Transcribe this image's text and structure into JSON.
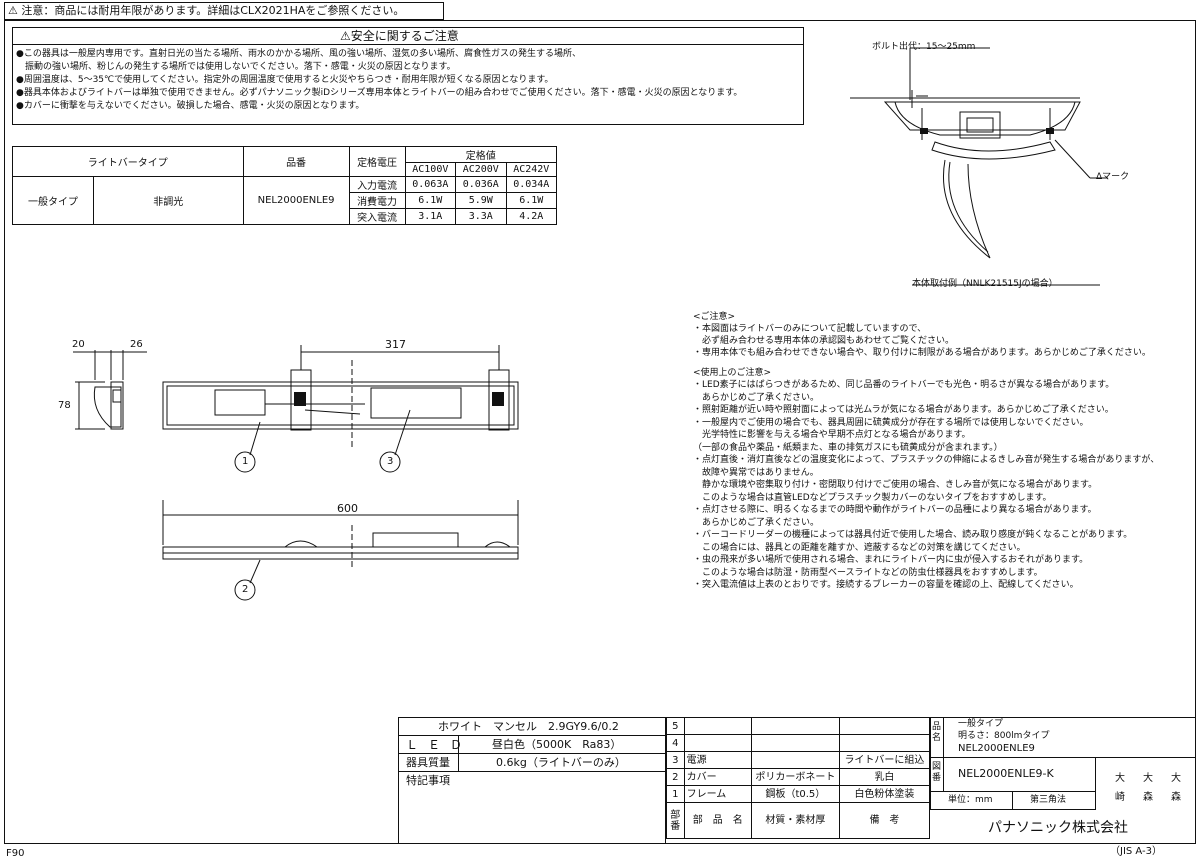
{
  "header_notice": "⚠ 注意：商品には耐用年限があります。詳細はCLX2021HAをご参照ください。",
  "safety": {
    "title": "⚠安全に関するご注意",
    "lines": [
      "●この器具は一般屋内専用です。直射日光の当たる場所、雨水のかかる場所、風の強い場所、湿気の多い場所、腐食性ガスの発生する場所、",
      "　振動の強い場所、粉じんの発生する場所では使用しないでください。落下・感電・火災の原因となります。",
      "●周囲温度は、5～35℃で使用してください。指定外の周囲温度で使用すると火災やちらつき・耐用年限が短くなる原因となります。",
      "●器具本体およびライトバーは単独で使用できません。必ずパナソニック製iDシリーズ専用本体とライトバーの組み合わせでご使用ください。落下・感電・火災の原因となります。",
      "●カバーに衝撃を与えないでください。破損した場合、感電・火災の原因となります。"
    ]
  },
  "spec_table": {
    "h_type": "ライトバータイプ",
    "h_part": "品番",
    "h_voltage": "定格電圧",
    "h_rated": "定格値",
    "voltages": [
      "AC100V",
      "AC200V",
      "AC242V"
    ],
    "type": "一般タイプ",
    "dimming": "非調光",
    "part": "NEL2000ENLE9",
    "rows": [
      {
        "label": "入力電流",
        "values": [
          "0.063A",
          "0.036A",
          "0.034A"
        ]
      },
      {
        "label": "消費電力",
        "values": [
          "6.1W",
          "5.9W",
          "6.1W"
        ]
      },
      {
        "label": "突入電流",
        "values": [
          "3.1A",
          "3.3A",
          "4.2A"
        ]
      }
    ]
  },
  "mount": {
    "bolt_label": "ボルト出代：15～25mm",
    "mark_label": "Δマーク",
    "caption": "本体取付例（NNLK21515Jの場合）"
  },
  "dims": {
    "d20": "20",
    "d26": "26",
    "d78": "78",
    "d317": "317",
    "d600": "600",
    "c1": "1",
    "c2": "2",
    "c3": "3"
  },
  "notes": {
    "head1": "<ご注意>",
    "lines1": [
      "・本図面はライトバーのみについて記載していますので、",
      "　必ず組み合わせる専用本体の承認図もあわせてご覧ください。",
      "・専用本体でも組み合わせできない場合や、取り付けに制限がある場合があります。あらかじめご了承ください。"
    ],
    "head2": "<使用上のご注意>",
    "lines2": [
      "・LED素子にはばらつきがあるため、同じ品番のライトバーでも光色・明るさが異なる場合があります。",
      "　あらかじめご了承ください。",
      "・照射距離が近い時や照射面によっては光ムラが気になる場合があります。あらかじめご了承ください。",
      "・一般屋内でご使用の場合でも、器具周囲に硫黄成分が存在する場所では使用しないでください。",
      "　光学特性に影響を与える場合や早期不点灯となる場合があります。",
      "（一部の食品や薬品・紙類また、車の排気ガスにも硫黄成分が含まれます。）",
      "・点灯直後・消灯直後などの温度変化によって、プラスチックの伸縮によるきしみ音が発生する場合がありますが、",
      "　故障や異常ではありません。",
      "　静かな環境や密集取り付け・密閉取り付けでご使用の場合、きしみ音が気になる場合があります。",
      "　このような場合は直管LEDなどプラスチック製カバーのないタイプをおすすめします。",
      "・点灯させる際に、明るくなるまでの時間や動作がライトバーの品種により異なる場合があります。",
      "　あらかじめご了承ください。",
      "・バーコードリーダーの機種によっては器具付近で使用した場合、読み取り感度が鈍くなることがあります。",
      "　この場合には、器具との距離を離すか、遮蔽するなどの対策を講じてください。",
      "・虫の飛来が多い場所で使用される場合、まれにライトバー内に虫が侵入するおそれがあります。",
      "　このような場合は防湿・防雨型ベースライトなどの防虫仕様器具をおすすめします。",
      "・突入電流値は上表のとおりです。接続するブレーカーの容量を確認の上、配線してください。"
    ]
  },
  "title_block": {
    "color_label": "ホワイト　マンセル　2.9GY9.6/0.2",
    "led_label": "ＬＥＤ",
    "led_value": "昼白色（5000K　Ra83）",
    "weight_label": "器具質量",
    "weight_value": "0.6kg（ライトバーのみ）",
    "notes_label": "特記事項",
    "rownums": [
      "5",
      "4",
      "3",
      "2",
      "1"
    ],
    "row3": {
      "part": "電源",
      "note": "ライトバーに組込"
    },
    "row2": {
      "part": "カバー",
      "material": "ポリカーボネート",
      "note": "乳白"
    },
    "row1": {
      "part": "フレーム",
      "material": "鋼板（t0.5）",
      "note": "白色粉体塗装"
    },
    "col_no": "部番",
    "col_part": "部　品　名",
    "col_material": "材質・素材厚",
    "col_note": "備　考",
    "hinmei_label": "品名",
    "hinmei_lines": [
      "一般タイプ",
      "明るさ：800lmタイプ",
      "NEL2000ENLE9"
    ],
    "zuban_label": "図番",
    "zuban_value": "NEL2000ENLE9-K",
    "unit": "単位：mm",
    "angle": "第三角法",
    "stamps": [
      "大",
      "大",
      "大",
      "崎",
      "森",
      "森"
    ],
    "company": "パナソニック株式会社"
  },
  "footer_left": "F90",
  "footer_right": "（JIS A-3）"
}
